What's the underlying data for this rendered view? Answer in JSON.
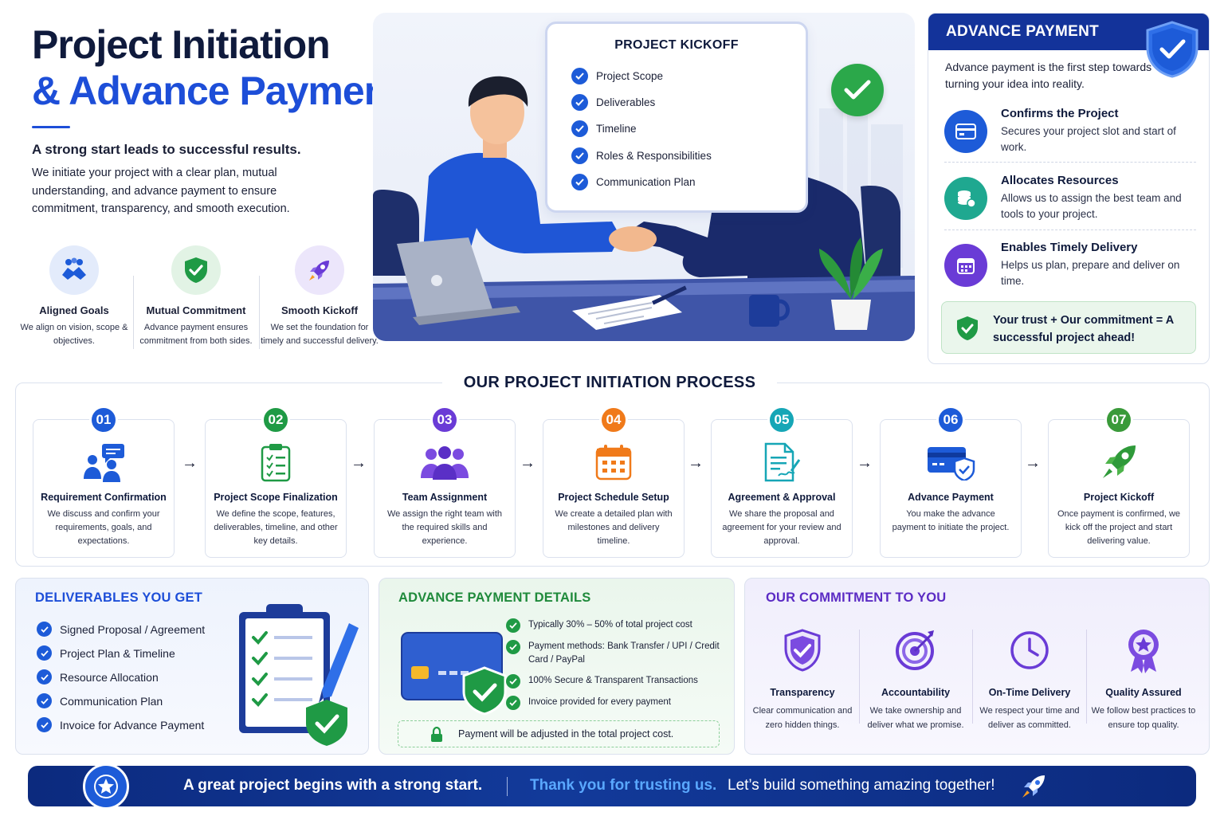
{
  "hero": {
    "title_line1": "Project Initiation",
    "title_line2": "& Advance Payment",
    "tagline": "A strong start leads to successful results.",
    "intro": "We initiate your project with a clear plan, mutual understanding, and advance payment to ensure commitment, transparency, and smooth execution.",
    "features": [
      {
        "title": "Aligned Goals",
        "desc": "We align on vision, scope & objectives.",
        "icon": "handshake-icon"
      },
      {
        "title": "Mutual Commitment",
        "desc": "Advance payment ensures commitment from both sides.",
        "icon": "shield-check-icon"
      },
      {
        "title": "Smooth Kickoff",
        "desc": "We set the foundation for timely and successful delivery.",
        "icon": "rocket-icon"
      }
    ]
  },
  "kickoff": {
    "title": "PROJECT KICKOFF",
    "items": [
      "Project Scope",
      "Deliverables",
      "Timeline",
      "Roles & Responsibilities",
      "Communication Plan"
    ]
  },
  "advance_payment": {
    "title": "ADVANCE PAYMENT",
    "intro": "Advance payment is the first step towards turning your idea into reality.",
    "items": [
      {
        "title": "Confirms the Project",
        "desc": "Secures your project slot and start of work.",
        "icon": "card-icon"
      },
      {
        "title": "Allocates Resources",
        "desc": "Allows us to assign the best team and tools to your project.",
        "icon": "coins-icon"
      },
      {
        "title": "Enables Timely Delivery",
        "desc": "Helps us plan, prepare and deliver on time.",
        "icon": "calendar-icon"
      }
    ],
    "trust": "Your trust + Our commitment = A successful project ahead!"
  },
  "process": {
    "title": "OUR PROJECT INITIATION PROCESS",
    "steps": [
      {
        "num": "01",
        "title": "Requirement Confirmation",
        "desc": "We discuss and confirm your requirements, goals, and expectations.",
        "color": "#1d5bd8",
        "icon": "discussion-icon"
      },
      {
        "num": "02",
        "title": "Project Scope Finalization",
        "desc": "We define the scope, features, deliverables, timeline, and other key details.",
        "color": "#1f9a45",
        "icon": "clipboard-icon"
      },
      {
        "num": "03",
        "title": "Team Assignment",
        "desc": "We assign the right team with the required skills and experience.",
        "color": "#6a3bd6",
        "icon": "team-icon"
      },
      {
        "num": "04",
        "title": "Project Schedule Setup",
        "desc": "We create a detailed plan with milestones and delivery timeline.",
        "color": "#f07a1a",
        "icon": "calendar-icon"
      },
      {
        "num": "05",
        "title": "Agreement & Approval",
        "desc": "We share the proposal and agreement for your review and approval.",
        "color": "#16a6b6",
        "icon": "document-sign-icon"
      },
      {
        "num": "06",
        "title": "Advance Payment",
        "desc": "You make the advance payment to initiate the project.",
        "color": "#1d5bd8",
        "icon": "card-shield-icon"
      },
      {
        "num": "07",
        "title": "Project Kickoff",
        "desc": "Once payment is confirmed, we kick off the project and start delivering value.",
        "color": "#3a9a3a",
        "icon": "rocket-icon"
      }
    ]
  },
  "deliverables": {
    "title": "DELIVERABLES YOU GET",
    "items": [
      "Signed Proposal / Agreement",
      "Project Plan & Timeline",
      "Resource Allocation",
      "Communication Plan",
      "Invoice for Advance Payment"
    ]
  },
  "payment_details": {
    "title": "ADVANCE PAYMENT DETAILS",
    "items": [
      "Typically 30% – 50% of total project cost",
      "Payment methods: Bank Transfer / UPI / Credit Card / PayPal",
      "100% Secure & Transparent Transactions",
      "Invoice provided for every payment"
    ],
    "note": "Payment will be adjusted in the total project cost."
  },
  "commitment": {
    "title": "OUR COMMITMENT TO YOU",
    "items": [
      {
        "title": "Transparency",
        "desc": "Clear communication and zero hidden things.",
        "icon": "shield-check-icon"
      },
      {
        "title": "Accountability",
        "desc": "We take ownership and deliver what we promise.",
        "icon": "target-icon"
      },
      {
        "title": "On-Time Delivery",
        "desc": "We respect your time and deliver as committed.",
        "icon": "clock-icon"
      },
      {
        "title": "Quality Assured",
        "desc": "We follow best practices to ensure top quality.",
        "icon": "award-icon"
      }
    ]
  },
  "footer": {
    "part1": "A great project begins with a strong start.",
    "part2": "Thank you for trusting us.",
    "part3": "Let’s build something amazing together!"
  }
}
